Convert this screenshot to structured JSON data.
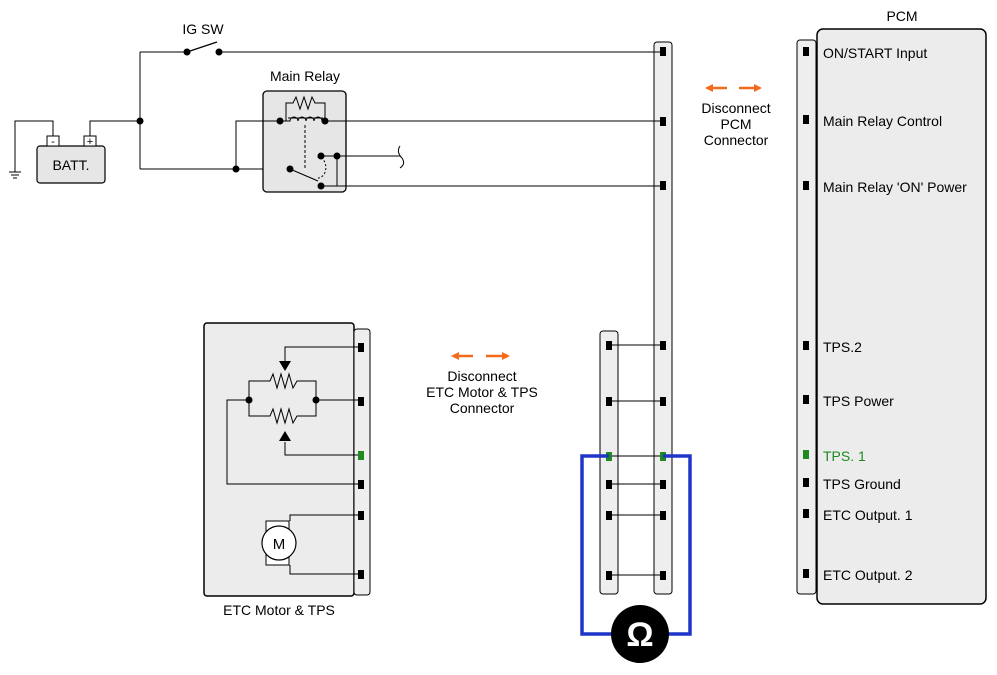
{
  "labels": {
    "ig_sw": "IG SW",
    "main_relay": "Main Relay",
    "battery": "BATT.",
    "battery_neg": "-",
    "battery_pos": "+",
    "pcm": "PCM",
    "etc_box": "ETC Motor & TPS",
    "motor": "M",
    "ohm": "Ω"
  },
  "notes": {
    "pcm_connector": [
      "Disconnect",
      "PCM",
      "Connector"
    ],
    "etc_connector": [
      "Disconnect",
      "ETC Motor & TPS",
      "Connector"
    ]
  },
  "pcm_pins": [
    {
      "label": "ON/START Input",
      "active": false
    },
    {
      "label": "Main Relay Control",
      "active": false
    },
    {
      "label": "Main Relay 'ON' Power",
      "active": false
    },
    {
      "label": "TPS.2",
      "active": false
    },
    {
      "label": "TPS Power",
      "active": false
    },
    {
      "label": "TPS. 1",
      "active": true
    },
    {
      "label": "TPS Ground",
      "active": false
    },
    {
      "label": "ETC Output. 1",
      "active": false
    },
    {
      "label": "ETC Output. 2",
      "active": false
    }
  ],
  "colors": {
    "pin": "#000000",
    "pin_active": "#1f8a1f",
    "active_text": "#1f8a1f",
    "meter_lead": "#1e35c8",
    "arrow": "#f26a1b",
    "box_fill": "#ececec",
    "connector_fill": "#eeeeee"
  }
}
